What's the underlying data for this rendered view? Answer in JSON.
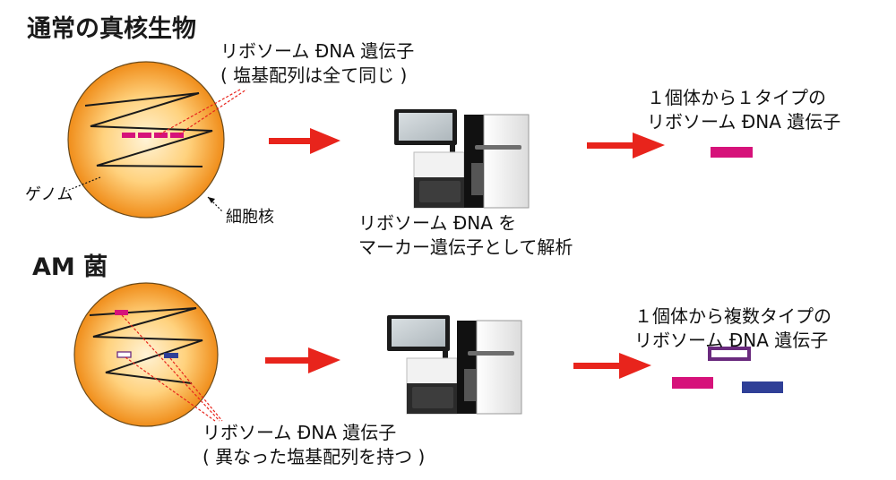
{
  "sections": {
    "normal": {
      "heading": "通常の真核生物",
      "rdna_label_line1": "リボソーム ĐNA 遺伝子",
      "rdna_label_line2": "( 塩基配列は全て同じ )",
      "genome_label": "ゲノム",
      "nucleus_label": "細胞核",
      "analysis_line1": "リボソーム ĐNA を",
      "analysis_line2": "マーカー遺伝子として解析",
      "result_line1": "１個体から１タイプの",
      "result_line2": "リボソーム ĐNA 遺伝子"
    },
    "am": {
      "heading": "AM 菌",
      "rdna_label_line1": "リボソーム ĐNA 遺伝子",
      "rdna_label_line2": "( 異なった塩基配列を持つ )",
      "result_line1": "１個体から複数タイプの",
      "result_line2": "リボソーム ĐNA 遺伝子"
    }
  },
  "colors": {
    "arrow": "#e8241c",
    "magenta": "#d6127a",
    "navy": "#2f3f97",
    "purple": "#6a2a7e",
    "cell_center": "#ffe9bb",
    "cell_edge": "#f19a24"
  },
  "icons": {
    "sequencer": "sequencer-machine-icon",
    "arrow": "red-arrow-icon"
  }
}
